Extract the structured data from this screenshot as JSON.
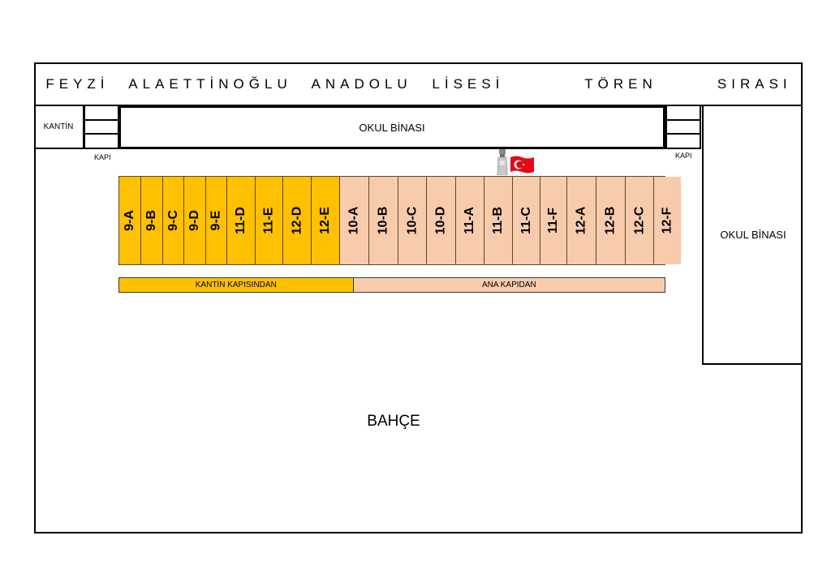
{
  "title": {
    "prefix": "FEYZİ ALAETTİNOĞLU ANADOLU LİSESİ",
    "highlight": "TÖREN",
    "suffix": "SIRASI"
  },
  "labels": {
    "kantin": "KANTİN",
    "okul_binasi_top": "OKUL BİNASI",
    "okul_binasi_right": "OKUL BİNASI",
    "kapi_left": "KAPI",
    "kapi_right": "KAPI",
    "bahce": "BAHÇE"
  },
  "classes": [
    {
      "name": "9-A",
      "group": "kantin"
    },
    {
      "name": "9-B",
      "group": "kantin"
    },
    {
      "name": "9-C",
      "group": "kantin"
    },
    {
      "name": "9-D",
      "group": "kantin"
    },
    {
      "name": "9-E",
      "group": "kantin"
    },
    {
      "name": "11-D",
      "group": "kantin"
    },
    {
      "name": "11-E",
      "group": "kantin"
    },
    {
      "name": "12-D",
      "group": "kantin"
    },
    {
      "name": "12-E",
      "group": "kantin"
    },
    {
      "name": "10-A",
      "group": "ana"
    },
    {
      "name": "10-B",
      "group": "ana"
    },
    {
      "name": "10-C",
      "group": "ana"
    },
    {
      "name": "10-D",
      "group": "ana"
    },
    {
      "name": "11-A",
      "group": "ana"
    },
    {
      "name": "11-B",
      "group": "ana"
    },
    {
      "name": "11-C",
      "group": "ana"
    },
    {
      "name": "11-F",
      "group": "ana"
    },
    {
      "name": "12-A",
      "group": "ana"
    },
    {
      "name": "12-B",
      "group": "ana"
    },
    {
      "name": "12-C",
      "group": "ana"
    },
    {
      "name": "12-F",
      "group": "ana"
    }
  ],
  "entrances": [
    {
      "label": "KANTİN KAPISINDAN",
      "group": "kantin"
    },
    {
      "label": "ANA KAPIDAN",
      "group": "ana"
    }
  ],
  "colors": {
    "kantin": "#ffc000",
    "ana": "#f8cbad",
    "flag_red": "#e30a17",
    "pole": "#b0b0b0"
  },
  "icons": {
    "flag": "turkish-flag-icon",
    "monument": "ataturk-bust-icon"
  }
}
